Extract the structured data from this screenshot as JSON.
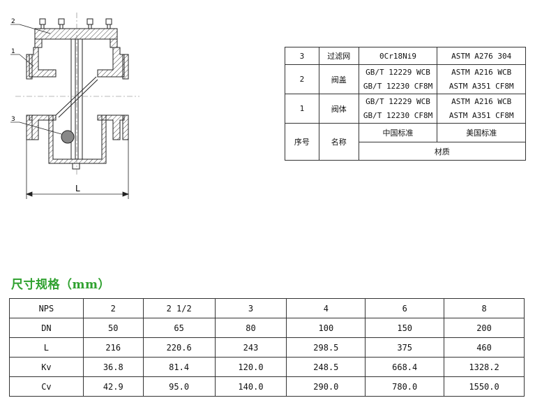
{
  "drawing": {
    "callouts": [
      "2",
      "1",
      "3"
    ],
    "dimension_label": "L"
  },
  "material_table": {
    "rows": [
      {
        "no": "3",
        "name": "过滤网",
        "gb": [
          "0Cr18Ni9"
        ],
        "astm": [
          "ASTM A276 304"
        ]
      },
      {
        "no": "2",
        "name": "阀盖",
        "gb": [
          "GB/T 12229 WCB",
          "GB/T 12230  CF8M"
        ],
        "astm": [
          "ASTM A216 WCB",
          "ASTM A351 CF8M"
        ]
      },
      {
        "no": "1",
        "name": "阀体",
        "gb": [
          "GB/T 12229 WCB",
          "GB/T 12230  CF8M"
        ],
        "astm": [
          "ASTM A216 WCB",
          "ASTM A351 CF8M"
        ]
      }
    ],
    "header": {
      "no": "序号",
      "name": "名称",
      "gb": "中国标准",
      "astm": "美国标准",
      "material": "材质"
    }
  },
  "section_title": "尺寸规格（mm）",
  "spec_table": {
    "rows": [
      {
        "label": "NPS",
        "values": [
          "2",
          "2 1/2",
          "3",
          "4",
          "6",
          "8"
        ]
      },
      {
        "label": "DN",
        "values": [
          "50",
          "65",
          "80",
          "100",
          "150",
          "200"
        ]
      },
      {
        "label": "L",
        "values": [
          "216",
          "220.6",
          "243",
          "298.5",
          "375",
          "460"
        ]
      },
      {
        "label": "Kv",
        "values": [
          "36.8",
          "81.4",
          "120.0",
          "248.5",
          "668.4",
          "1328.2"
        ]
      },
      {
        "label": "Cv",
        "values": [
          "42.9",
          "95.0",
          "140.0",
          "290.0",
          "780.0",
          "1550.0"
        ]
      }
    ]
  }
}
